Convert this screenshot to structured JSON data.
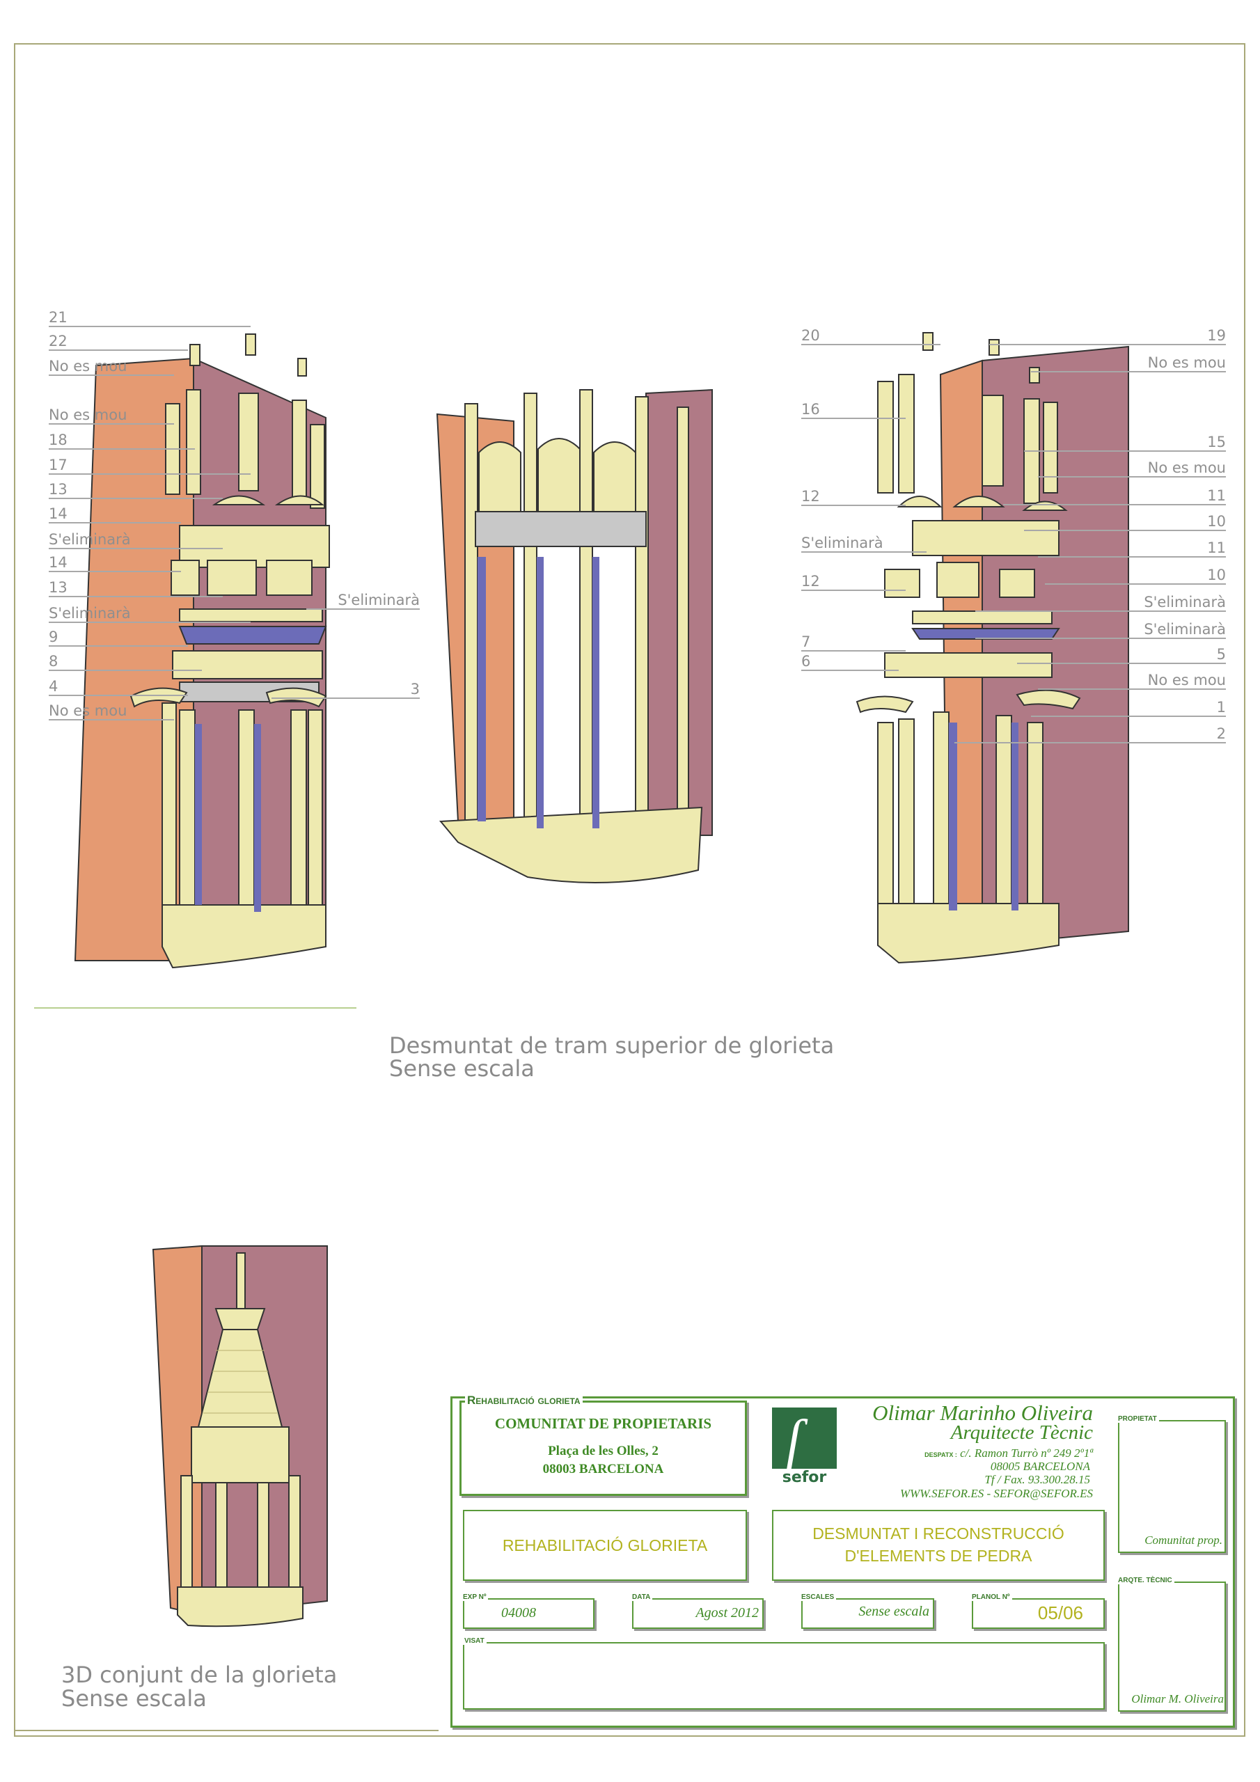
{
  "left_figure": {
    "labels": [
      "21",
      "22",
      "No es mou",
      "No es mou",
      "18",
      "17",
      "13",
      "14",
      "S'eliminarà",
      "14",
      "13",
      "S'eliminarà",
      "9",
      "8",
      "4",
      "No es mou"
    ],
    "right_labels": [
      "S'eliminarà",
      "3"
    ]
  },
  "right_figure": {
    "left_labels": [
      "20",
      "16",
      "12",
      "S'eliminarà",
      "12",
      "7",
      "6"
    ],
    "right_labels": [
      "19",
      "No es mou",
      "15",
      "No es mou",
      "11",
      "10",
      "11",
      "10",
      "S'eliminarà",
      "S'eliminarà",
      "5",
      "No es mou",
      "1",
      "2"
    ]
  },
  "captions": {
    "main_title": "Desmuntat de tram superior de glorieta",
    "main_scale": "Sense escala",
    "bottom_title": "3D conjunt de la glorieta",
    "bottom_scale": "Sense escala"
  },
  "title_block": {
    "project_label": "Rehabilitació glorieta",
    "client": "COMUNITAT DE PROPIETARIS",
    "address_line1": "Plaça de les Olles, 2",
    "address_line2": "08003  BARCELONA",
    "logo_text": "sefor",
    "architect_name": "Olimar Marinho Oliveira",
    "architect_title": "Arquitecte Tècnic",
    "office_label": "DESPATX :",
    "office_address": "c/. Ramon Turrò nº 249 2º1ª",
    "office_city": "08005 BARCELONA",
    "phone": "Tf / Fax.  93.300.28.15",
    "web_email": "WWW.SEFOR.ES  -  SEFOR@SEFOR.ES",
    "project_name": "REHABILITACIÓ GLORIETA",
    "drawing_title_1": "DESMUNTAT I RECONSTRUCCIÓ",
    "drawing_title_2": "D'ELEMENTS DE PEDRA",
    "exp_label": "EXP Nº",
    "exp_value": "04008",
    "date_label": "DATA",
    "date_value": "Agost 2012",
    "scale_label": "ESCALES",
    "scale_value": "Sense escala",
    "plan_label": "PLANOL Nº",
    "plan_value": "05/06",
    "visa_label": "VISAT",
    "owner_label": "PROPIETAT",
    "owner_value": "Comunitat prop.",
    "tech_label": "ARQTE. TÈCNIC",
    "tech_value": "Olimar M. Oliveira"
  },
  "colors": {
    "green": "#3f8a25",
    "olive": "#b2b21e",
    "wall_orange": "#e59a72",
    "wall_mauve": "#b07a86",
    "stone": "#eeeab0",
    "shadow_blue": "#6c6cb8"
  }
}
